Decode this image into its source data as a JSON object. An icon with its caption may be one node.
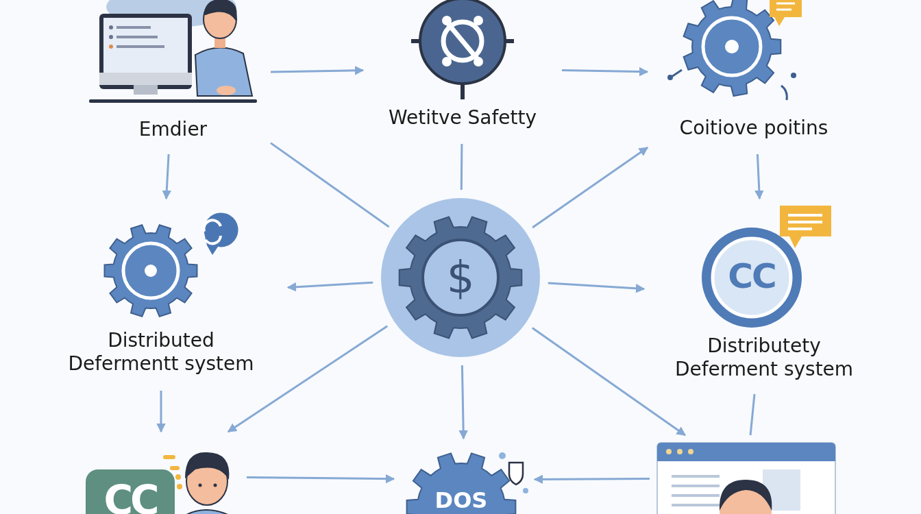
{
  "diagram": {
    "nodes": [
      {
        "text": [
          "Emdier"
        ]
      },
      {
        "text": [
          "Wetitve Safetty"
        ]
      },
      {
        "text": [
          "Coitiove poitins"
        ]
      },
      {
        "text": [
          "Distributed Defermentt system"
        ]
      },
      {
        "text": [
          "$"
        ]
      },
      {
        "text": [
          "CC",
          "Distributety Deferment system"
        ]
      },
      {
        "text": [
          "CC"
        ]
      },
      {
        "text": [
          "DOS"
        ]
      },
      {
        "text": [],
        "shape": "picture"
      }
    ],
    "edges": [
      {
        "from": 0,
        "to": 1,
        "arrow": "to"
      },
      {
        "from": 1,
        "to": 2,
        "arrow": "to"
      },
      {
        "from": 0,
        "to": 3,
        "arrow": "to"
      },
      {
        "from": 0,
        "to": 4,
        "arrow": "none"
      },
      {
        "from": 1,
        "to": 4,
        "arrow": "none"
      },
      {
        "from": 4,
        "to": 2,
        "arrow": "to"
      },
      {
        "from": 2,
        "to": 5,
        "arrow": "to"
      },
      {
        "from": 4,
        "to": 3,
        "arrow": "to"
      },
      {
        "from": 4,
        "to": 5,
        "arrow": "to"
      },
      {
        "from": 3,
        "to": 6,
        "arrow": "to"
      },
      {
        "from": 4,
        "to": 6,
        "arrow": "to"
      },
      {
        "from": 4,
        "to": 7,
        "arrow": "to"
      },
      {
        "from": 4,
        "to": 8,
        "arrow": "to"
      },
      {
        "from": 5,
        "to": 8,
        "arrow": "none"
      },
      {
        "from": 6,
        "to": 7,
        "arrow": "to"
      },
      {
        "from": 8,
        "to": 7,
        "arrow": "to"
      }
    ]
  }
}
